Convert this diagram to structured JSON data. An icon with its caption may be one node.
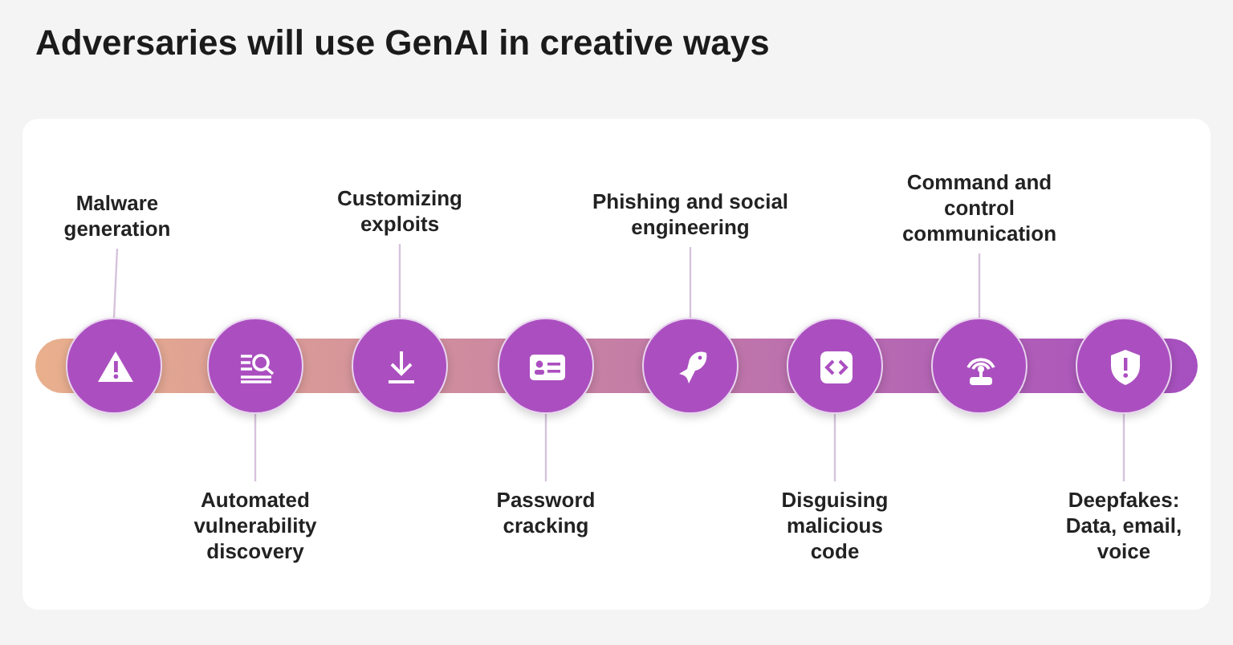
{
  "diagram": {
    "title": "Adversaries will use GenAI in creative ways",
    "nodes": [
      {
        "text": [
          "Malware generation"
        ]
      },
      {
        "text": [
          "Automated vulnerability discovery"
        ]
      },
      {
        "text": [
          "Customizing exploits"
        ]
      },
      {
        "text": [
          "Password cracking"
        ]
      },
      {
        "text": [
          "Phishing and social engineering"
        ]
      },
      {
        "text": [
          "Disguising malicious code"
        ]
      },
      {
        "text": [
          "Command and control communication"
        ]
      },
      {
        "text": [
          "Deepfakes: Data, email, voice"
        ]
      },
      {
        "text": [],
        "shape": "circle"
      },
      {
        "text": [],
        "shape": "circle"
      },
      {
        "text": [],
        "shape": "circle"
      },
      {
        "text": [],
        "shape": "circle"
      },
      {
        "text": [],
        "shape": "circle"
      },
      {
        "text": [],
        "shape": "circle"
      },
      {
        "text": [],
        "shape": "circle"
      },
      {
        "text": [],
        "shape": "circle"
      }
    ],
    "edges": [
      {
        "from": 0,
        "to": 8,
        "arrow": "none"
      },
      {
        "from": 1,
        "to": 9,
        "arrow": "none"
      },
      {
        "from": 2,
        "to": 10,
        "arrow": "none"
      },
      {
        "from": 3,
        "to": 11,
        "arrow": "none"
      },
      {
        "from": 4,
        "to": 12,
        "arrow": "none"
      },
      {
        "from": 5,
        "to": 13,
        "arrow": "none"
      },
      {
        "from": 6,
        "to": 14,
        "arrow": "none"
      },
      {
        "from": 7,
        "to": 15,
        "arrow": "none"
      }
    ]
  }
}
